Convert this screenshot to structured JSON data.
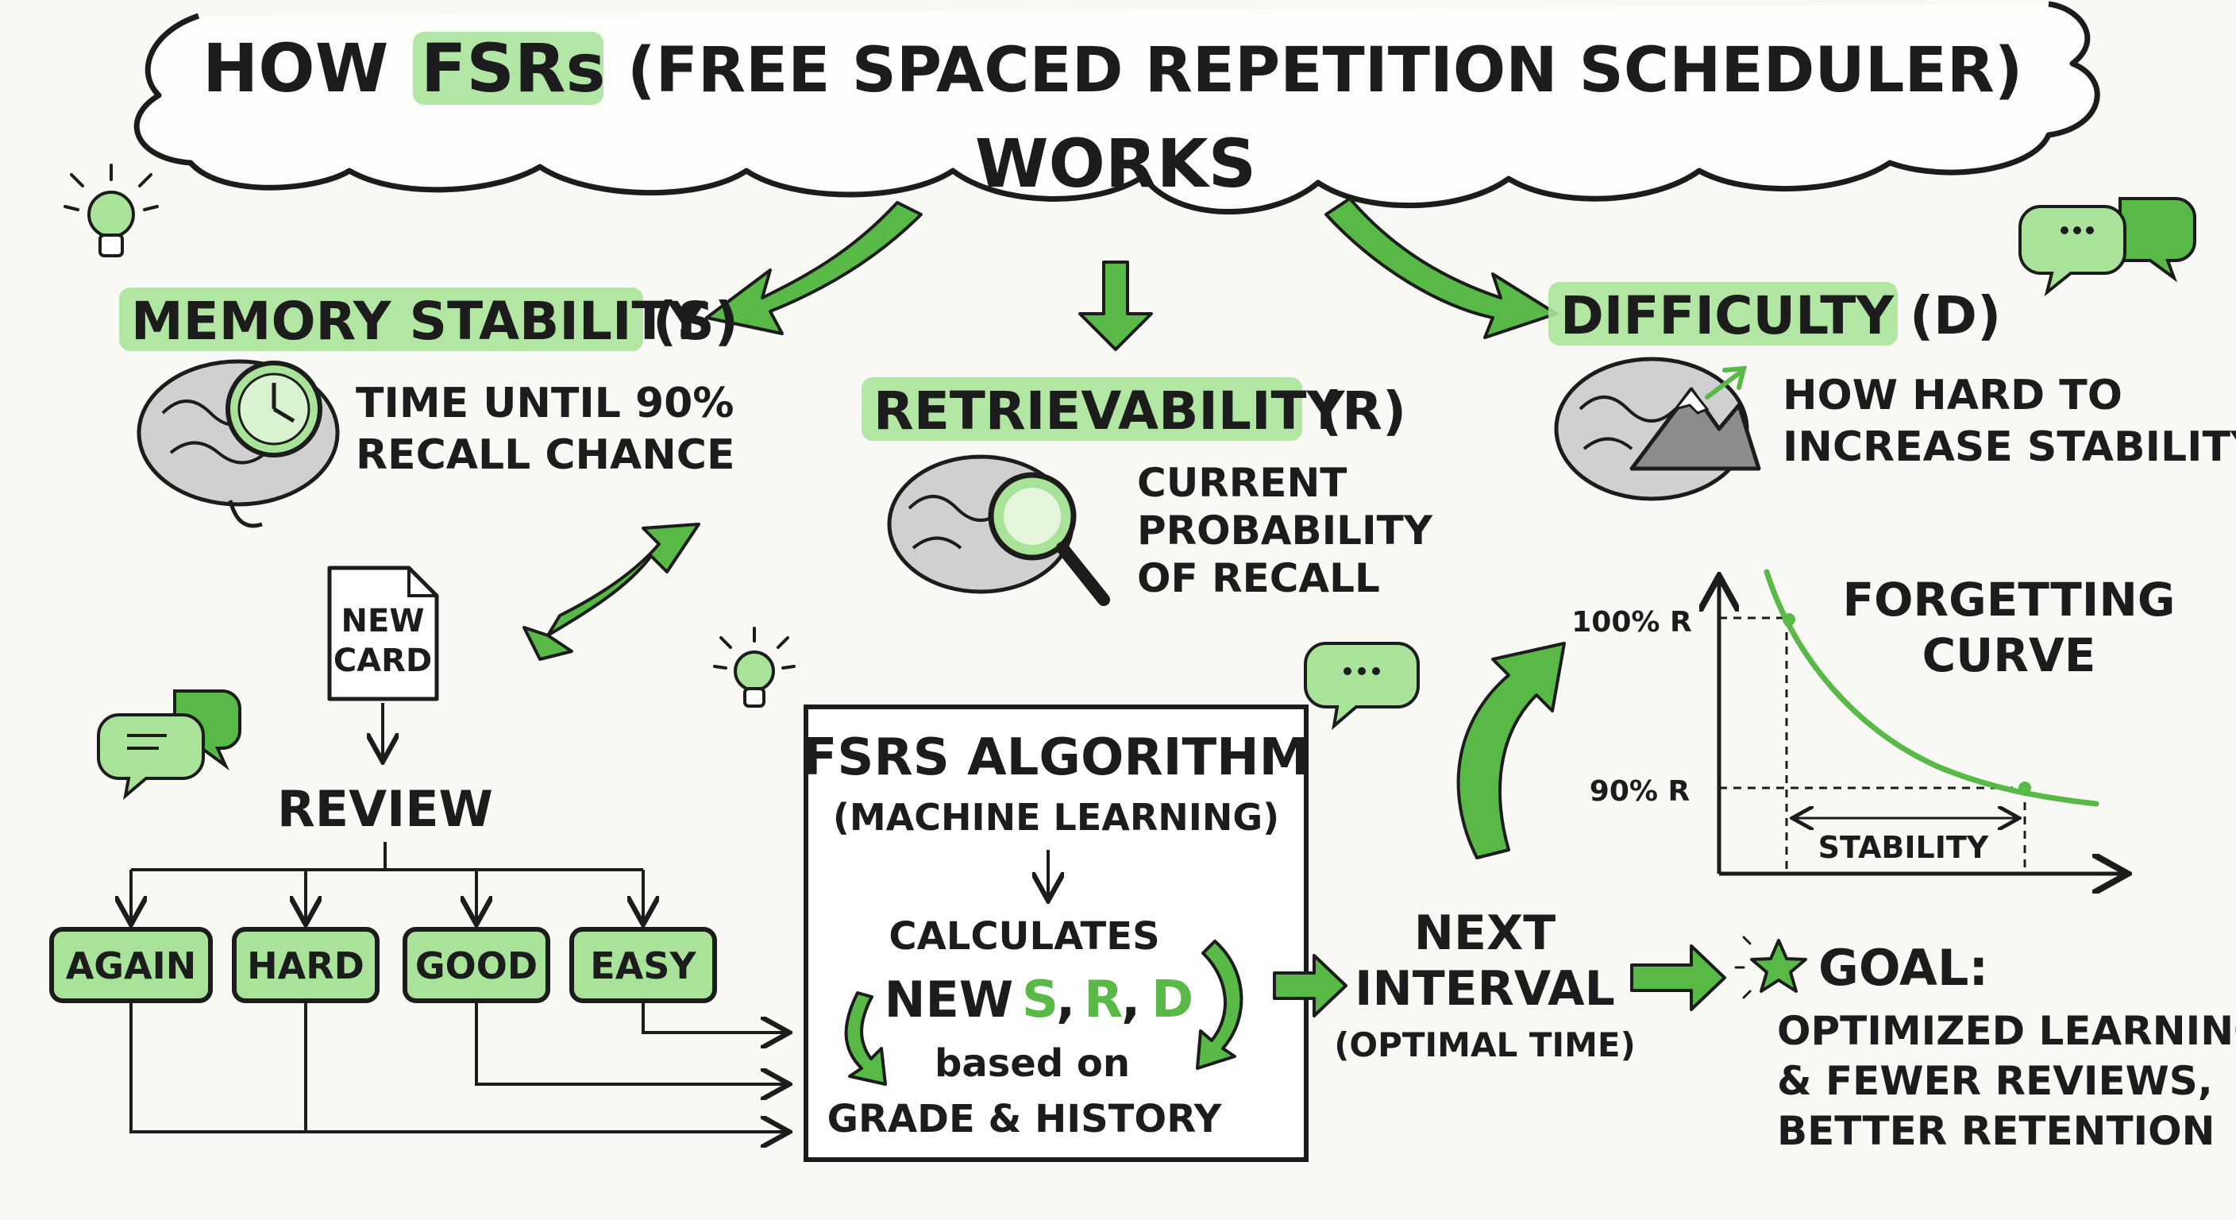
{
  "title": {
    "line1_pre": "HOW",
    "line1_highlight": "FSRs",
    "line1_post": "(FREE SPACED REPETITION SCHEDULER)",
    "line2": "WORKS"
  },
  "components": {
    "stability": {
      "label": "MEMORY STABILITY",
      "symbol": "(S)",
      "desc_line1": "TIME UNTIL 90%",
      "desc_line2": "RECALL CHANCE"
    },
    "retrievability": {
      "label": "RETRIEVABILITY",
      "symbol": "(R)",
      "desc_line1": "CURRENT",
      "desc_line2": "PROBABILITY",
      "desc_line3": "OF RECALL"
    },
    "difficulty": {
      "label": "DIFFICULTY",
      "symbol": "(D)",
      "desc_line1": "HOW HARD TO",
      "desc_line2": "INCREASE STABILITY"
    }
  },
  "card": {
    "line1": "NEW",
    "line2": "CARD"
  },
  "review": "REVIEW",
  "grades": [
    "AGAIN",
    "HARD",
    "GOOD",
    "EASY"
  ],
  "algorithm": {
    "title": "FSRS ALGORITHM",
    "subtitle": "(MACHINE LEARNING)",
    "calc": "CALCULATES",
    "new_prefix": "NEW",
    "new_s": "S",
    "new_r": "R",
    "new_d": "D",
    "sep": ",",
    "based": "based on",
    "grade_history": "GRADE & HISTORY"
  },
  "next_interval": {
    "line1": "NEXT",
    "line2": "INTERVAL",
    "line3": "(OPTIMAL TIME)"
  },
  "goal": {
    "title": "GOAL:",
    "line1": "OPTIMIZED LEARNING",
    "line2": "& FEWER REVIEWS,",
    "line3": "BETTER RETENTION"
  },
  "forgetting_curve": {
    "title_line1": "FORGETTING",
    "title_line2": "CURVE",
    "y_top_label": "100% R",
    "y_mid_label": "90% R",
    "span_label": "STABILITY"
  },
  "colors": {
    "accent": "#58b947",
    "highlight": "#a9e39a",
    "ink": "#1c1c1c",
    "paper": "#f8f9f4"
  },
  "icons": [
    "lightbulb-icon",
    "speech-bubble-icon",
    "brain-clock-icon",
    "brain-magnifier-icon",
    "brain-mountain-icon",
    "star-icon",
    "document-icon"
  ]
}
